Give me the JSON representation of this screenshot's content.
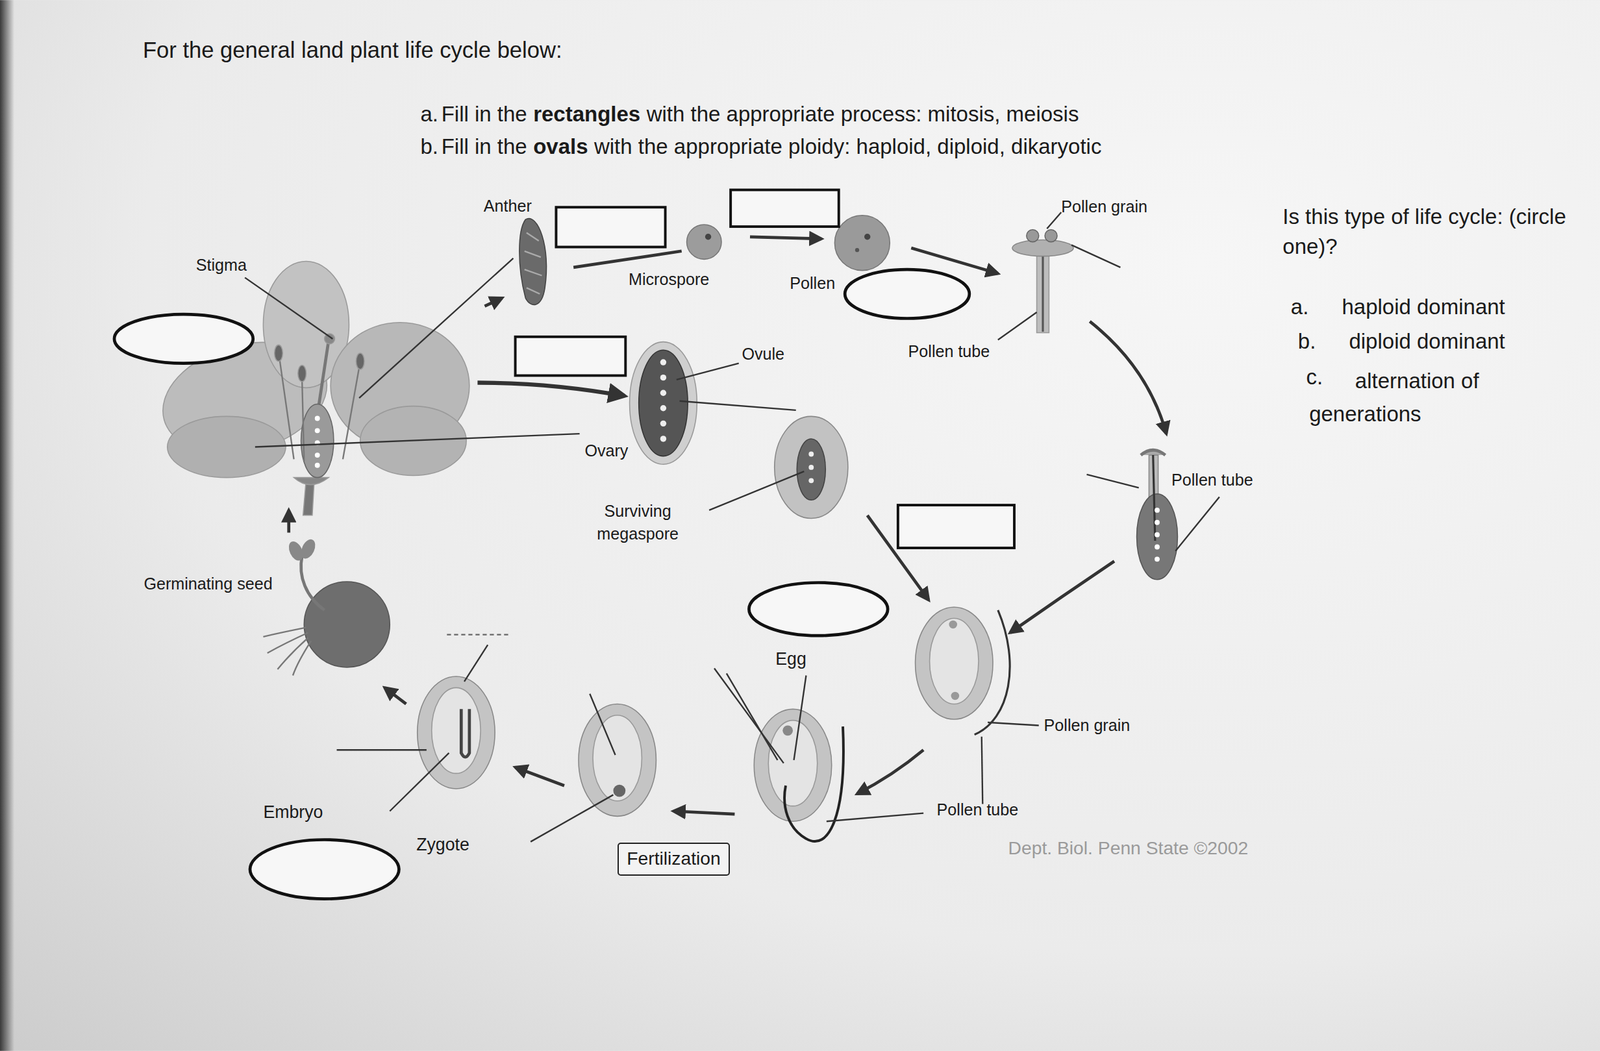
{
  "diagram": {
    "title": "For the general land plant life cycle below:",
    "nodes": [
      {
        "text": [
          "Fertilization"
        ]
      }
    ],
    "labels": [
      "a.",
      "Fill in the",
      "rectangles",
      "with the appropriate process: mitosis, meiosis",
      "b.",
      "Fill in the",
      "ovals",
      "with the appropriate ploidy: haploid, diploid, dikaryotic",
      "Anther",
      "Pollen grain",
      "Is this type of life cycle: (circle one)?",
      "Stigma",
      "Microspore",
      "Pollen",
      "a.",
      "haploid dominant",
      "b.",
      "diploid dominant",
      "Ovule",
      "Pollen tube",
      "c.",
      "alternation of generations",
      "Ovary",
      "Surviving megaspore",
      "Pollen tube",
      "Germinating seed",
      "Egg",
      "Pollen grain",
      "Embryo",
      "Pollen tube",
      "Zygote",
      "Dept. Biol. Penn State ©2002"
    ]
  }
}
